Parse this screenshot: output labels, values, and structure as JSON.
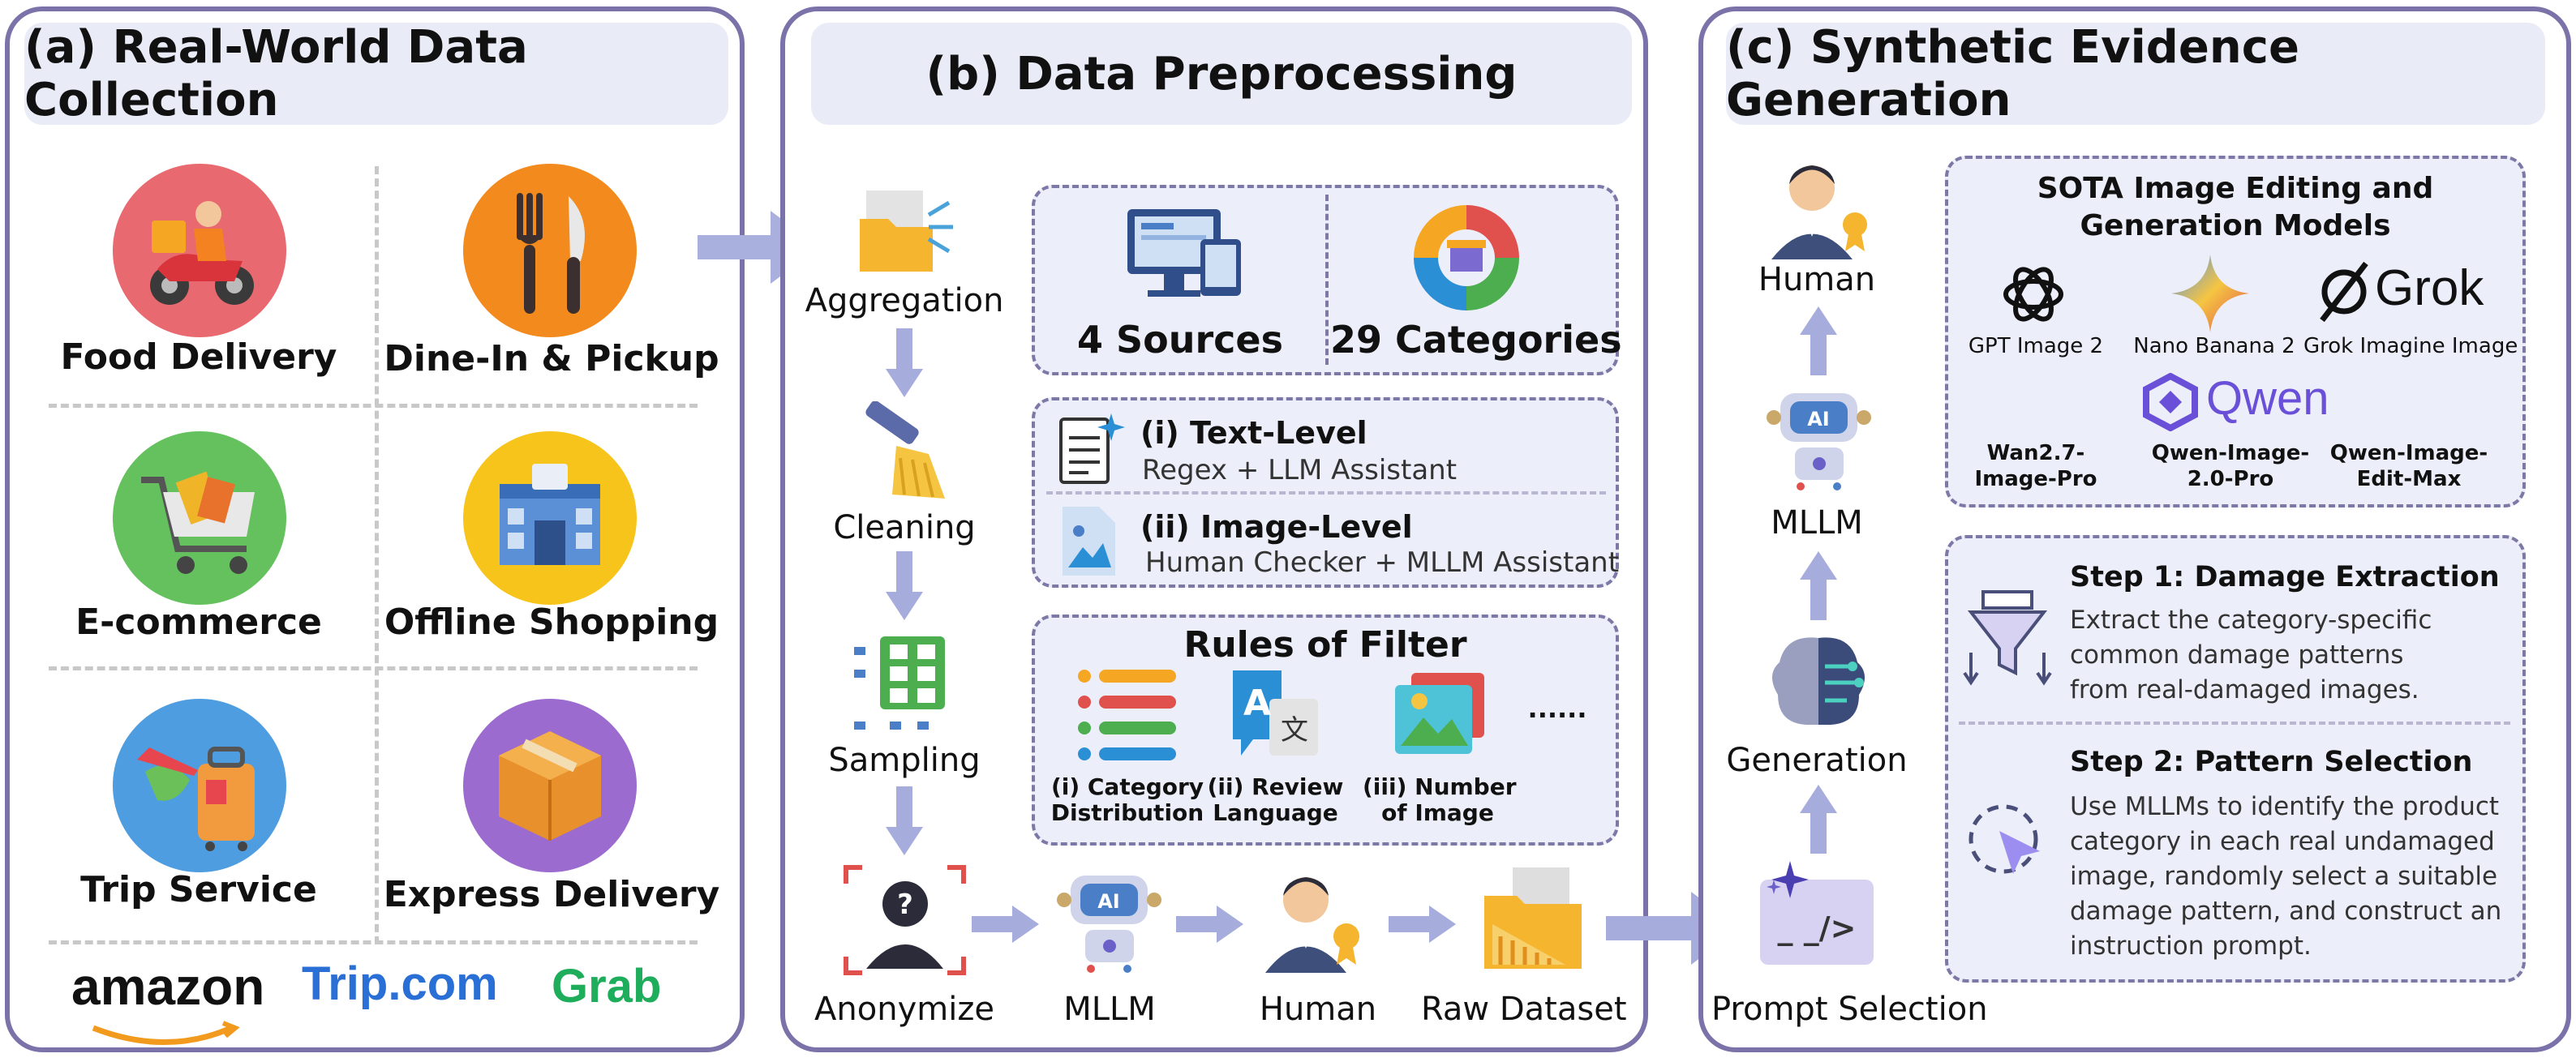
{
  "panel_a": {
    "title": "(a) Real-World Data Collection",
    "items": [
      {
        "label": "Food Delivery",
        "icon": "scooter-delivery-icon"
      },
      {
        "label": "Dine-In & Pickup",
        "icon": "fork-knife-icon"
      },
      {
        "label": "E-commerce",
        "icon": "shopping-cart-icon"
      },
      {
        "label": "Offline Shopping",
        "icon": "storefront-icon"
      },
      {
        "label": "Trip Service",
        "icon": "luggage-globe-icon"
      },
      {
        "label": "Express Delivery",
        "icon": "package-box-icon"
      }
    ],
    "logos": {
      "amazon": "amazon",
      "trip_a": "Trip",
      "trip_b": ".com",
      "grab": "Grab"
    }
  },
  "panel_b": {
    "title": "(b) Data Preprocessing",
    "steps": {
      "aggregation": "Aggregation",
      "cleaning": "Cleaning",
      "sampling": "Sampling",
      "anonymize": "Anonymize",
      "mllm": "MLLM",
      "human": "Human",
      "raw_dataset": "Raw Dataset"
    },
    "sources": "4 Sources",
    "categories": "29 Categories",
    "text_level": {
      "title": "(i) Text-Level",
      "desc": "Regex + LLM Assistant"
    },
    "image_level": {
      "title": "(ii) Image-Level",
      "desc": "Human Checker + MLLM Assistant"
    },
    "filter": {
      "title": "Rules of Filter",
      "r1a": "(i) Category",
      "r1b": "Distribution",
      "r2a": "(ii) Review",
      "r2b": "Language",
      "r3a": "(iii) Number",
      "r3b": "of Image",
      "more": "......"
    },
    "ai_badge": "AI",
    "translate_glyph_a": "A",
    "translate_glyph_b": "文"
  },
  "panel_c": {
    "title": "(c) Synthetic Evidence Generation",
    "flow": {
      "human": "Human",
      "mllm": "MLLM",
      "generation": "Generation",
      "prompt_selection": "Prompt Selection"
    },
    "ai_badge": "AI",
    "code_glyph": "_ _/>",
    "models_title_1": "SOTA Image Editing and",
    "models_title_2": "Generation Models",
    "models": {
      "gpt": "GPT Image 2",
      "nano": "Nano Banana 2",
      "grok": "Grok Imagine Image",
      "grok_logo": "Grok",
      "qwen_logo": "Qwen",
      "wan_1": "Wan2.7-",
      "wan_2": "Image-Pro",
      "qpro_1": "Qwen-Image-",
      "qpro_2": "2.0-Pro",
      "qedit_1": "Qwen-Image-",
      "qedit_2": "Edit-Max"
    },
    "step1": {
      "title": "Step 1: Damage Extraction",
      "lines": [
        "Extract the category-specific",
        "common damage patterns",
        "from real-damaged images."
      ]
    },
    "step2": {
      "title": "Step 2: Pattern Selection",
      "lines": [
        "Use MLLMs to identify the product",
        "category in each real undamaged",
        "image, randomly select a suitable",
        "damage pattern, and construct an",
        "instruction prompt."
      ]
    }
  }
}
